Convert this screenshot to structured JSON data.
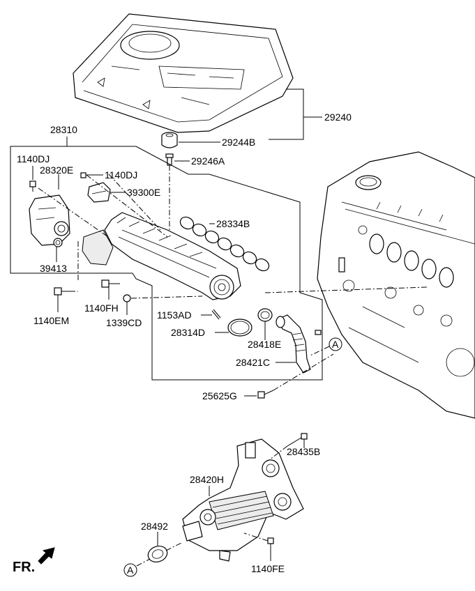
{
  "labels": {
    "p29240": "29240",
    "p29244B": "29244B",
    "p28310": "28310",
    "p29246A": "29246A",
    "p1140DJ_a": "1140DJ",
    "p28320E": "28320E",
    "p1140DJ_b": "1140DJ",
    "p39300E": "39300E",
    "p28334B": "28334B",
    "p39413": "39413",
    "p1140FH": "1140FH",
    "p1339CD": "1339CD",
    "p1140EM": "1140EM",
    "p1153AD": "1153AD",
    "p28314D": "28314D",
    "p28418E": "28418E",
    "p28421C": "28421C",
    "p25625G": "25625G",
    "p28435B": "28435B",
    "p28420H": "28420H",
    "p28492": "28492",
    "p1140FE": "1140FE"
  },
  "callouts": {
    "a_right": "A",
    "a_left": "A"
  },
  "orientation": {
    "fr": "FR."
  },
  "icons": {
    "fr_arrow": "arrow-down-left-icon"
  }
}
